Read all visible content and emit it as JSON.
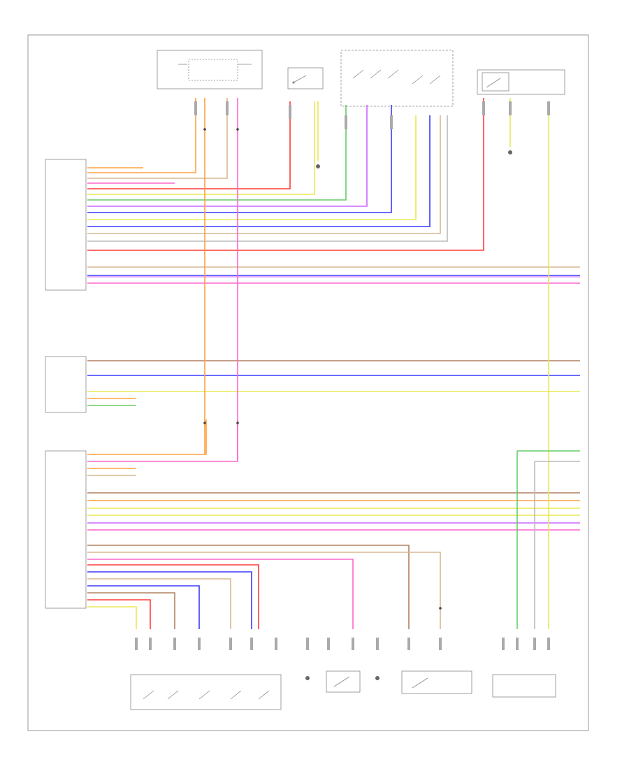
{
  "figure_id": "",
  "colors": {
    "border": "#999999",
    "component": "#888888",
    "wire_red": "#ff3b3b",
    "wire_orange": "#ffa040",
    "wire_pink": "#ff66cc",
    "wire_blue": "#3a3aff",
    "wire_violet": "#cc66ff",
    "wire_yellow": "#e8e855",
    "wire_green": "#66cc66",
    "wire_tan": "#d8b890",
    "wire_gray": "#bbbbbb",
    "wire_brown": "#b08060"
  },
  "components": [
    {
      "id": "fuse-box",
      "label": ""
    },
    {
      "id": "left-mirror-motor",
      "label": ""
    },
    {
      "id": "mirror-adjust-switch",
      "label": ""
    },
    {
      "id": "outside-rearview-mirror",
      "label": ""
    },
    {
      "id": "left-mirror-module",
      "label": ""
    },
    {
      "id": "door-control-module",
      "label": ""
    },
    {
      "id": "driver-door-module",
      "label": ""
    },
    {
      "id": "door-lock-unit",
      "label": ""
    },
    {
      "id": "door-contact-switch",
      "label": ""
    },
    {
      "id": "lock-unit-sensor",
      "label": ""
    },
    {
      "id": "right-lock-module",
      "label": ""
    }
  ]
}
